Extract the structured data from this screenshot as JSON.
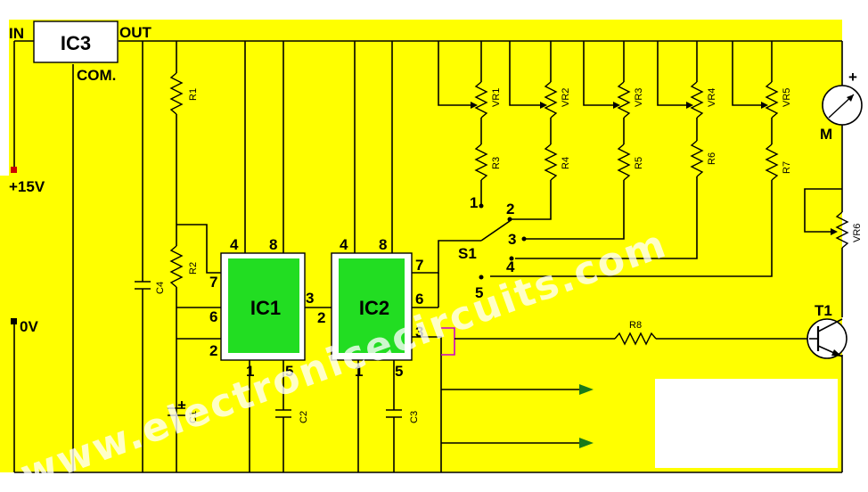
{
  "ic3": {
    "name": "IC3",
    "in": "IN",
    "out": "OUT",
    "com": "COM."
  },
  "supply": {
    "positive": "+15V",
    "zero": "0V"
  },
  "ic1": {
    "name": "IC1",
    "pins": [
      "4",
      "8",
      "7",
      "6",
      "2",
      "1",
      "5",
      "3"
    ]
  },
  "ic2": {
    "name": "IC2",
    "pins": [
      "4",
      "8",
      "7",
      "6",
      "3",
      "1",
      "5"
    ],
    "input_pin": "2"
  },
  "resistors": {
    "r1": "R1",
    "r2": "R2",
    "r3": "R3",
    "r4": "R4",
    "r5": "R5",
    "r6": "R6",
    "r7": "R7",
    "r8": "R8"
  },
  "pots": {
    "vr1": "VR1",
    "vr2": "VR2",
    "vr3": "VR3",
    "vr4": "VR4",
    "vr5": "VR5",
    "vr6": "VR6"
  },
  "capacitors": {
    "c1": "C1",
    "c2": "C2",
    "c3": "C3",
    "c4": "C4",
    "c1_plus": "+"
  },
  "switch": {
    "name": "S1",
    "positions": [
      "1",
      "2",
      "3",
      "4",
      "5"
    ]
  },
  "transistor": {
    "name": "T1"
  },
  "meter": {
    "name": "M",
    "plus": "+"
  },
  "watermark": "www.electronicecircuits.com",
  "colors": {
    "background": "#ffff00",
    "ic_fill": "#22dd22",
    "wire": "#000000",
    "arrow": "#1a7a1a",
    "link": "#cc00cc",
    "terminal": "#cc0000"
  }
}
